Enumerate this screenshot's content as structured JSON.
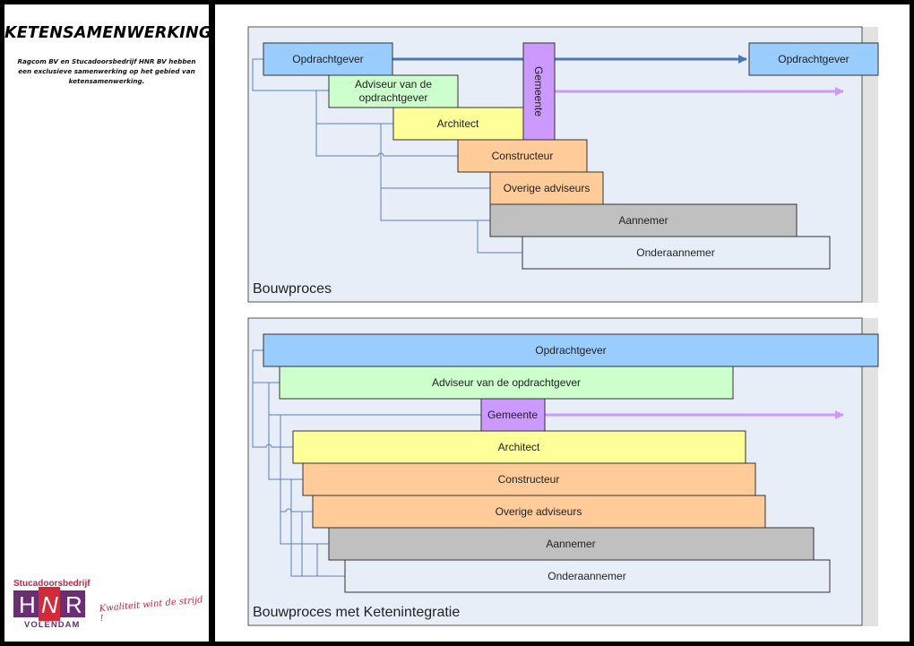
{
  "sidebar": {
    "title": "KETENSAMENWERKING",
    "description": "Ragcom BV en Stucadoorsbedrijf HNR BV hebben een exclusieve samenwerking op het gebied van ketensamenwerking.",
    "logo": {
      "top": "Stucadoorsbedrijf",
      "letters": [
        "H",
        "N",
        "R"
      ],
      "bottom": "VOLENDAM",
      "slogan": "Kwaliteit wint de strijd !"
    }
  },
  "colors": {
    "opdrachtgever": "#99ccff",
    "adviseur": "#ccffcc",
    "gemeente": "#cc99ff",
    "architect": "#ffff99",
    "constructeur": "#ffcc99",
    "overige": "#ffcc99",
    "aannemer": "#c0c0c0",
    "onderaannemer": "#e8eef8",
    "panel_bg": "#e8eef8",
    "connector": "#5a7fb8",
    "arrow_blue": "#4a76b5",
    "arrow_purple": "#cc99ff"
  },
  "diagram_top": {
    "title": "Bouwproces",
    "boxes": {
      "opdrachtgever": "Opdrachtgever",
      "adviseur_line1": "Adviseur van de",
      "adviseur_line2": "opdrachtgever",
      "gemeente": "Gemeente",
      "architect": "Architect",
      "constructeur": "Constructeur",
      "overige": "Overige adviseurs",
      "aannemer": "Aannemer",
      "onderaannemer": "Onderaannemer",
      "opdrachtgever_end": "Opdrachtgever"
    }
  },
  "diagram_bottom": {
    "title": "Bouwproces met Ketenintegratie",
    "boxes": {
      "opdrachtgever": "Opdrachtgever",
      "adviseur": "Adviseur van de opdrachtgever",
      "gemeente": "Gemeente",
      "architect": "Architect",
      "constructeur": "Constructeur",
      "overige": "Overige adviseurs",
      "aannemer": "Aannemer",
      "onderaannemer": "Onderaannemer"
    }
  }
}
